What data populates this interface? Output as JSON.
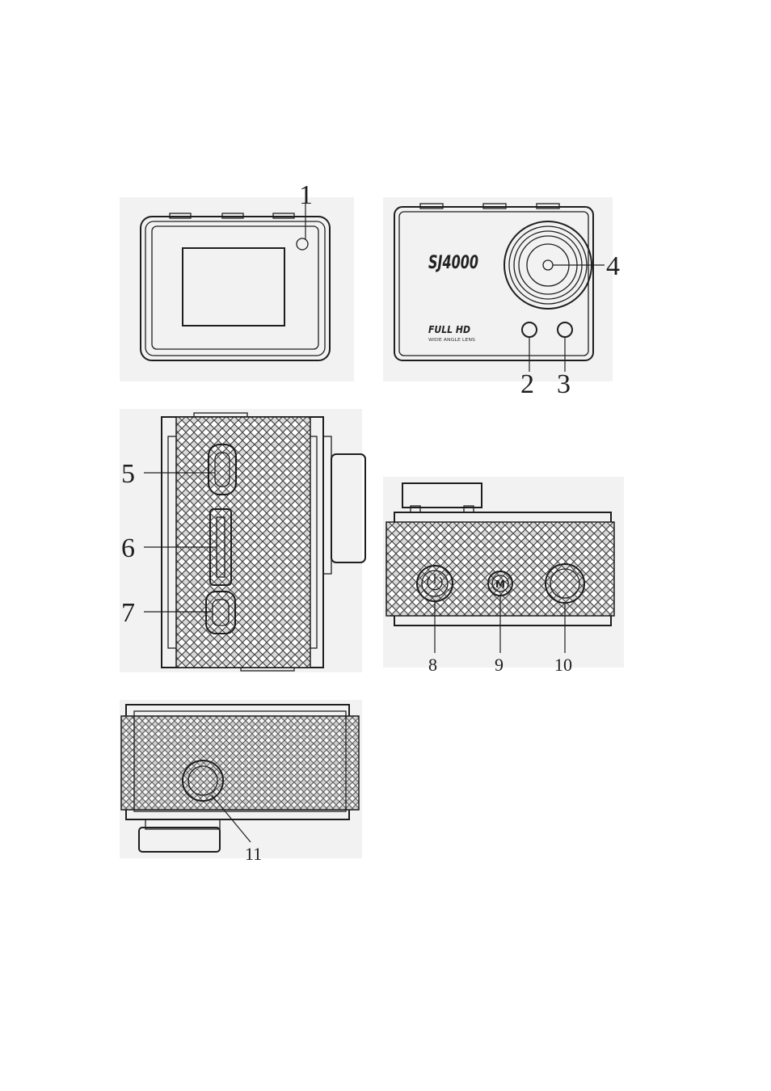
{
  "callouts": {
    "c1": "1",
    "c2": "2",
    "c3": "3",
    "c4": "4",
    "c5": "5",
    "c6": "6",
    "c7": "7",
    "c8": "8",
    "c9": "9",
    "c10": "10",
    "c11": "11"
  },
  "front": {
    "brand": "SJ4000",
    "hd_badge": "FULL HD",
    "hd_sub": "WIDE ANGLE LENS"
  },
  "buttons": {
    "mode_letter": "M",
    "power_symbol": "⏻"
  },
  "colors": {
    "line": "#1e1e1e",
    "panel_bg": "#f2f2f2",
    "page_bg": "#ffffff"
  }
}
